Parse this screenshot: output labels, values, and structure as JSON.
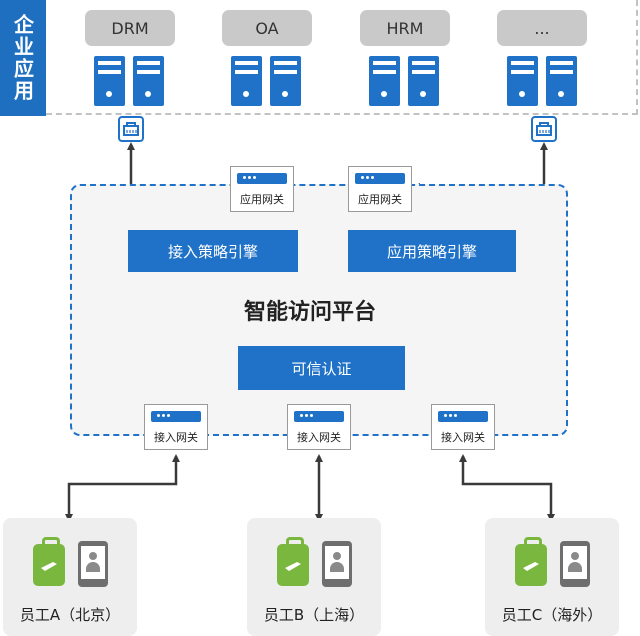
{
  "enterprise": {
    "label": "企业应用",
    "apps": [
      "DRM",
      "OA",
      "HRM",
      "..."
    ]
  },
  "platform": {
    "title": "智能访问平台",
    "app_gateway_label": "应用网关",
    "access_engine": "接入策略引擎",
    "app_engine": "应用策略引擎",
    "trusted_auth": "可信认证",
    "access_gateway_label": "接入网关"
  },
  "employees": [
    {
      "label": "员工A（北京）"
    },
    {
      "label": "员工B（上海）"
    },
    {
      "label": "员工C（海外）"
    }
  ],
  "colors": {
    "brand_blue": "#1f72c8",
    "app_tag_gray": "#c9c9c9",
    "luggage_green": "#79b73f",
    "arrow": "#3a3a3a"
  }
}
